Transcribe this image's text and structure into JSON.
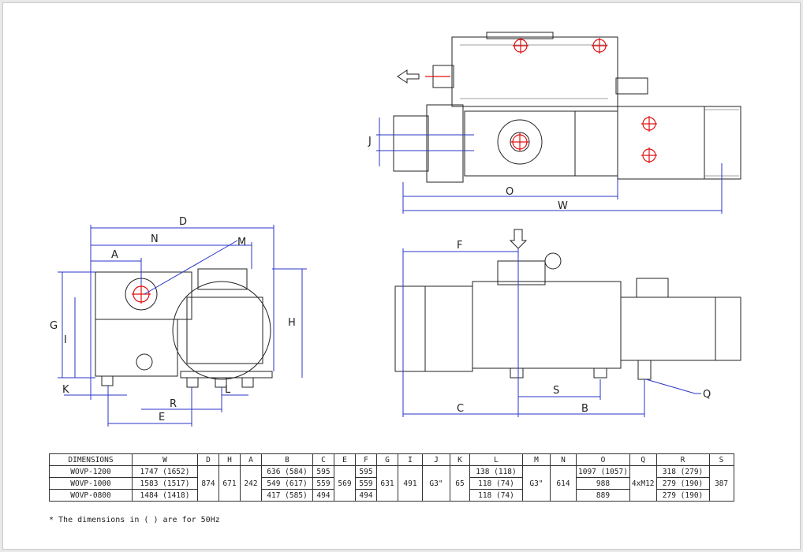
{
  "views": {
    "left_labels": [
      "D",
      "N",
      "M",
      "A",
      "G",
      "I",
      "H",
      "K",
      "R",
      "L",
      "E"
    ],
    "top_labels": [
      "J",
      "O",
      "W"
    ],
    "front_labels": [
      "F",
      "S",
      "Q",
      "C",
      "B"
    ]
  },
  "table": {
    "headers": [
      "DIMENSIONS",
      "W",
      "D",
      "H",
      "A",
      "B",
      "C",
      "E",
      "F",
      "G",
      "I",
      "J",
      "K",
      "L",
      "M",
      "N",
      "O",
      "Q",
      "R",
      "S"
    ],
    "rows": [
      {
        "model": "WOVP-1200",
        "W": "1747 (1652)",
        "B": "636 (584)",
        "C": "595",
        "F": "595",
        "L": "138 (118)",
        "O": "1097 (1057)",
        "R": "318 (279)"
      },
      {
        "model": "WOVP-1000",
        "W": "1583 (1517)",
        "B": "549 (617)",
        "C": "559",
        "F": "559",
        "L": "118 (74)",
        "O": "988",
        "R": "279 (190)"
      },
      {
        "model": "WOVP-0800",
        "W": "1484 (1418)",
        "B": "417 (585)",
        "C": "494",
        "F": "494",
        "L": "118 (74)",
        "O": "889",
        "R": "279 (190)"
      }
    ],
    "shared": {
      "D": "874",
      "H": "671",
      "A": "242",
      "E": "569",
      "G": "631",
      "I": "491",
      "J": "G3\"",
      "K": "65",
      "M": "G3\"",
      "N": "614",
      "Q": "4xM12",
      "S": "387"
    }
  },
  "note": "* The dimensions in (  ) are for 50Hz",
  "colors": {
    "dimension": "#2a36c8",
    "marker": "#e01010",
    "line": "#222222"
  }
}
